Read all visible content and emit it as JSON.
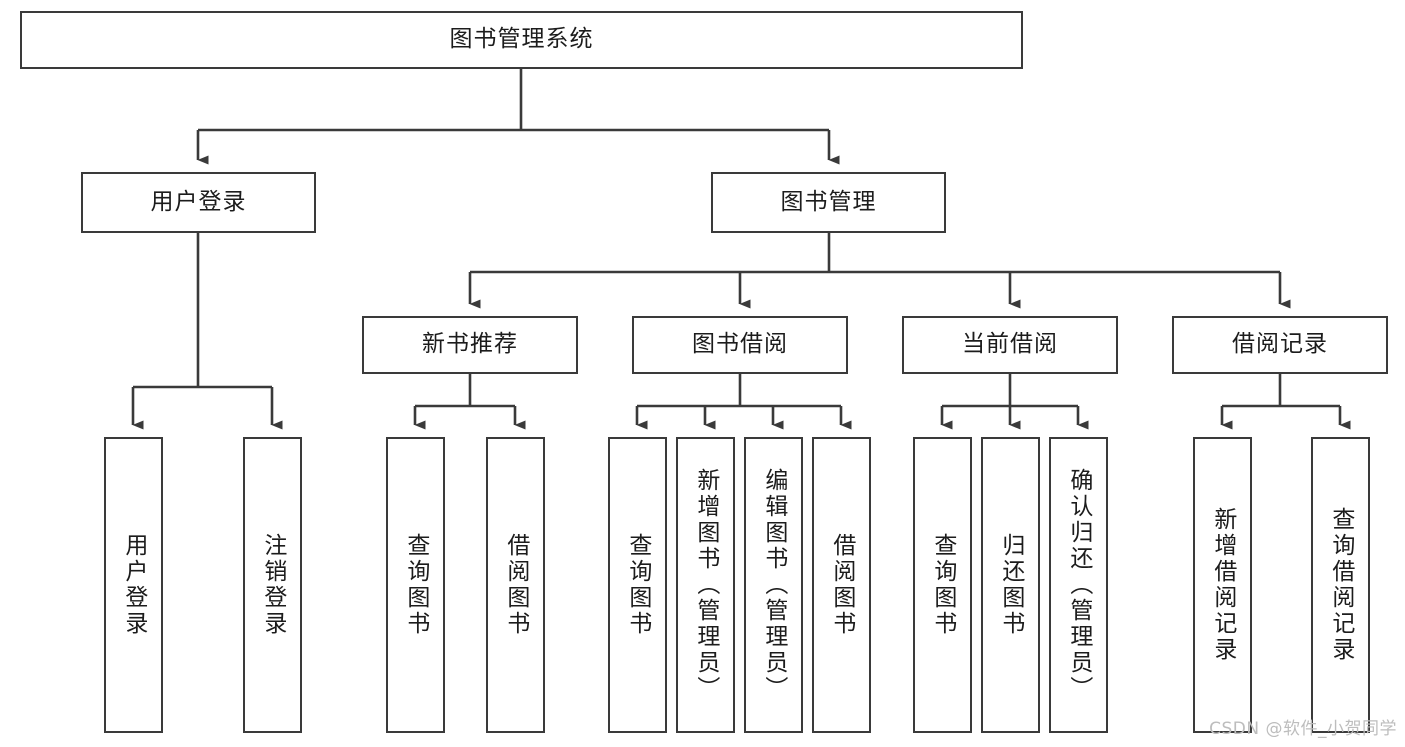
{
  "diagram": {
    "type": "tree",
    "title": "图书管理系统",
    "stroke_color": "#3a3a3a",
    "background_color": "#ffffff",
    "text_color": "#1c1c1c",
    "root": {
      "label": "图书管理系统"
    },
    "level2": [
      {
        "label": "用户登录"
      },
      {
        "label": "图书管理"
      }
    ],
    "level3": [
      {
        "label": "新书推荐"
      },
      {
        "label": "图书借阅"
      },
      {
        "label": "当前借阅"
      },
      {
        "label": "借阅记录"
      }
    ],
    "leaves": {
      "user_login": [
        {
          "label": "用户登录"
        },
        {
          "label": "注销登录"
        }
      ],
      "new_book_recommend": [
        {
          "label": "查询图书"
        },
        {
          "label": "借阅图书"
        }
      ],
      "book_borrow": [
        {
          "label": "查询图书"
        },
        {
          "label": "新增图书（管理员）"
        },
        {
          "label": "编辑图书（管理员）"
        },
        {
          "label": "借阅图书"
        }
      ],
      "current_borrow": [
        {
          "label": "查询图书"
        },
        {
          "label": "归还图书"
        },
        {
          "label": "确认归还（管理员）"
        }
      ],
      "borrow_record": [
        {
          "label": "新增借阅记录"
        },
        {
          "label": "查询借阅记录"
        }
      ]
    }
  },
  "watermark": {
    "text": "CSDN @软件_小贺同学"
  }
}
